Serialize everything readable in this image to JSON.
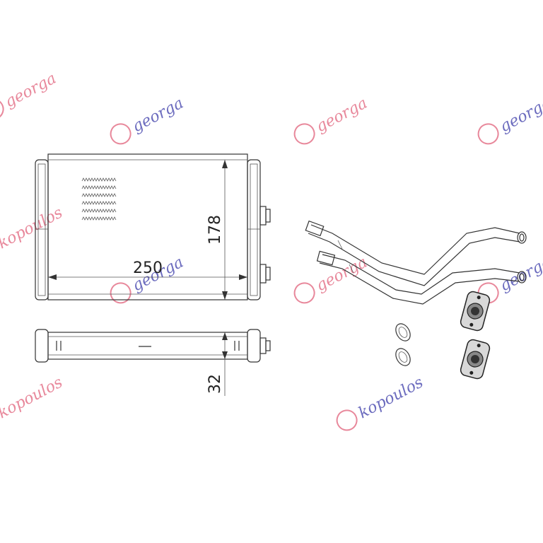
{
  "dimensions": {
    "width_label": "250",
    "height_label": "178",
    "depth_label": "32"
  },
  "watermark": {
    "line1": "georga",
    "line2": "kopoulos",
    "color_pink": "#e0607a",
    "color_blue": "#3a3aa8"
  }
}
